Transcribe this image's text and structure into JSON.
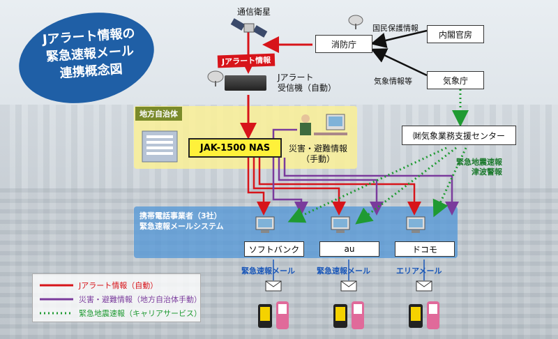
{
  "title": {
    "line1": "Jアラート情報の",
    "line2": "緊急速報メール",
    "line3": "連携概念図"
  },
  "nodes": {
    "satellite": "通信衛星",
    "jalert_info": "Jアラート情報",
    "receiver": "Jアラート\n受信機（自動）",
    "fire_agency": "消防庁",
    "cabinet": "内閣官房",
    "jma": "気象庁",
    "civil_protection": "国民保護情報",
    "weather_info": "気象情報等",
    "weather_center": "㈶気象業務支援センター",
    "local_gov": "地方自治体",
    "jak": "JAK-1500 NAS",
    "disaster_info": "災害・避難情報\n（手動）",
    "eq_tsunami": "緊急地震速報\n津波警報",
    "carriers_region": "携帯電話事業者（3社）\n緊急速報メールシステム"
  },
  "carriers": [
    {
      "name": "ソフトバンク",
      "mail": "緊急速報メール"
    },
    {
      "name": "au",
      "mail": "緊急速報メール"
    },
    {
      "name": "ドコモ",
      "mail": "エリアメール"
    }
  ],
  "legend": [
    {
      "label": "Jアラート情報（自動）",
      "color": "#d7141a",
      "style": "solid"
    },
    {
      "label": "災害・避難情報（地方自治体手動）",
      "color": "#7a3b9c",
      "style": "solid"
    },
    {
      "label": "緊急地震速報（キャリアサービス）",
      "color": "#1f9a32",
      "style": "dotted"
    }
  ],
  "colors": {
    "red": "#d7141a",
    "purple": "#7a3b9c",
    "green": "#1f9a32",
    "navy": "#1f5fa6",
    "yellow": "#f6efa0",
    "blue_region": "#5fa1d8"
  },
  "icons": [
    "satellite-icon",
    "antenna-icon",
    "receiver-icon",
    "building-icon",
    "operator-icon",
    "computer-icon",
    "mail-icon",
    "phone-icon"
  ]
}
